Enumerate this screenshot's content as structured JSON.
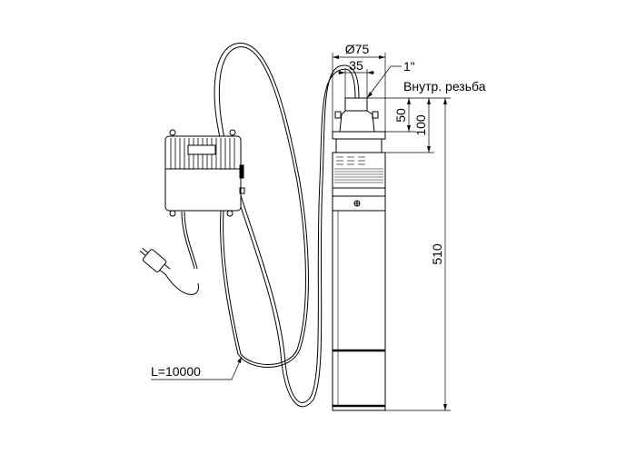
{
  "dimensions": {
    "diameter": "Ø75",
    "nut_width": "35",
    "thread_size": "1\"",
    "thread_note": "Внутр. резьба",
    "dim_50": "50",
    "dim_100": "100",
    "dim_510": "510",
    "cable_length": "L=10000"
  }
}
